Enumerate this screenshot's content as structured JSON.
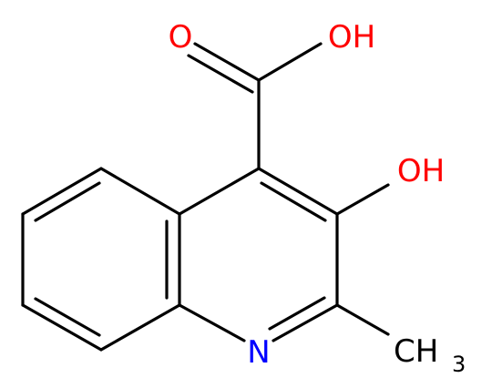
{
  "colors": {
    "bond": "#000000",
    "oxygen": "#ff0000",
    "nitrogen": "#0000ff",
    "carbon": "#000000"
  },
  "atoms": {
    "carbonyl_oxygen": "O",
    "acid_hydroxyl": "OH",
    "ring_hydroxyl": "OH",
    "ring_nitrogen": "N",
    "methyl": "CH",
    "methyl_subscript": "3"
  }
}
